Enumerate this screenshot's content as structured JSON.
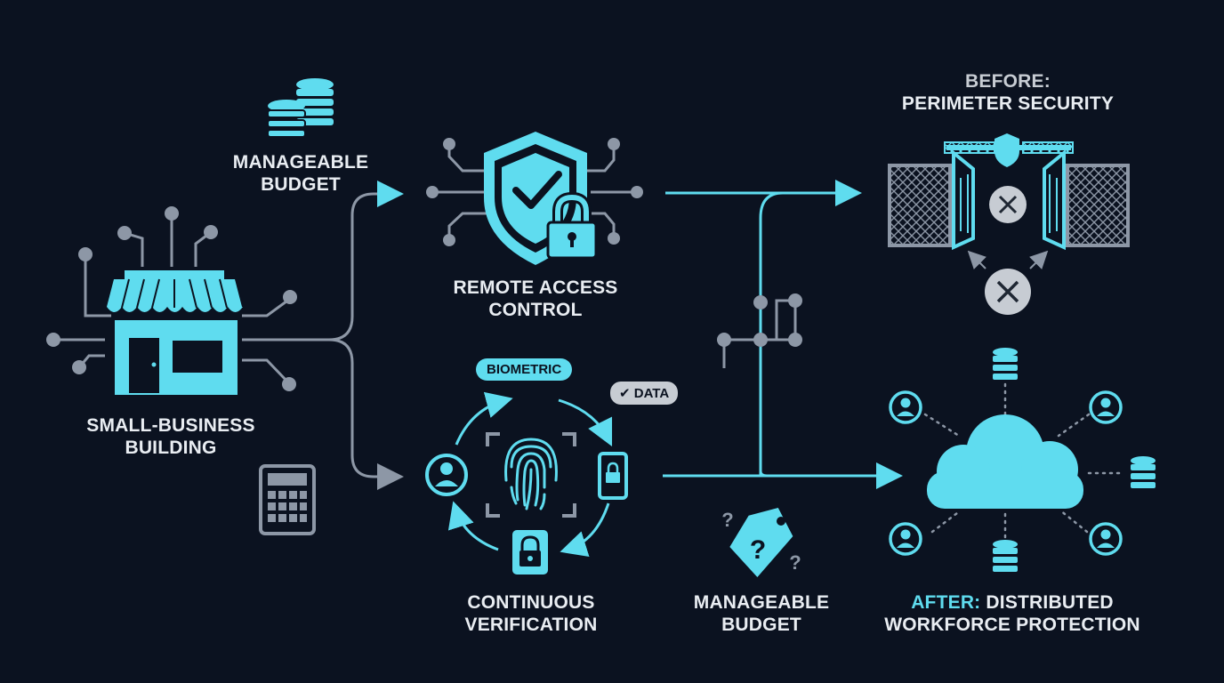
{
  "colors": {
    "background": "#0b1220",
    "cyan": "#5fdcef",
    "gray": "#8d97a6",
    "text": "#e9edf2"
  },
  "labels": {
    "budget_top": [
      "MANAGEABLE",
      "BUDGET"
    ],
    "building": [
      "SMALL-BUSINESS",
      "BUILDING"
    ],
    "remote_access": [
      "REMOTE ACCESS",
      "CONTROL"
    ],
    "biometric": "BIOMETRIC",
    "data": "DATA",
    "continuous": [
      "CONTINUOUS",
      "VERIFICATION"
    ],
    "budget_bottom": [
      "MANAGEABLE",
      "BUDGET"
    ],
    "before": [
      "BEFORE:",
      "PERIMETER SECURITY"
    ],
    "after_prefix": "AFTER:",
    "after_rest": "DISTRIBUTED",
    "after_line2": "WORKFORCE PROTECTION"
  },
  "icons": [
    "coins-icon",
    "storefront-icon",
    "calculator-icon",
    "shield-check-icon",
    "padlock-icon",
    "fingerprint-icon",
    "user-icon",
    "phone-lock-icon",
    "price-tag-icon",
    "gate-icon",
    "blocked-x-icon",
    "cloud-icon",
    "database-icon"
  ]
}
